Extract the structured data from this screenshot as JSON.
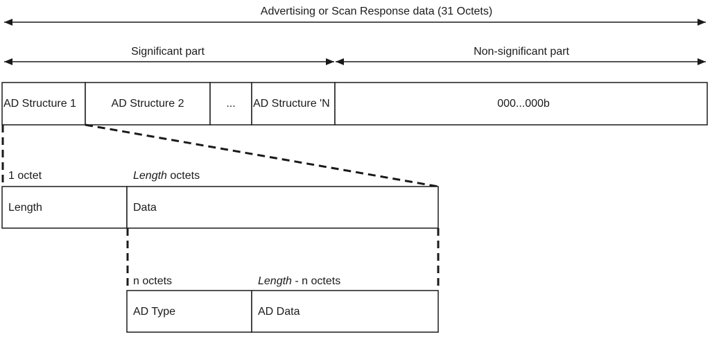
{
  "top_span": {
    "label": "Advertising or Scan Response data (31 Octets)"
  },
  "significant": {
    "label": "Significant part"
  },
  "non_significant": {
    "label": "Non-significant part"
  },
  "ad_row": {
    "cells": [
      {
        "label": "AD Structure 1"
      },
      {
        "label": "AD Structure 2"
      },
      {
        "label": "..."
      },
      {
        "label": "AD Structure 'N"
      },
      {
        "label": "000...000b"
      }
    ]
  },
  "structure_row": {
    "size_labels": {
      "length": "1 octet",
      "data_italic": "Length",
      "data_rest": " octets"
    },
    "cells": [
      {
        "label": "Length"
      },
      {
        "label": "Data"
      }
    ]
  },
  "data_row": {
    "size_labels": {
      "type": "n octets",
      "data_italic": "Length",
      "data_rest": " - n octets"
    },
    "cells": [
      {
        "label": "AD Type"
      },
      {
        "label": "AD Data"
      }
    ]
  },
  "colors": {
    "stroke": "#1a1a1a",
    "background": "#ffffff"
  }
}
